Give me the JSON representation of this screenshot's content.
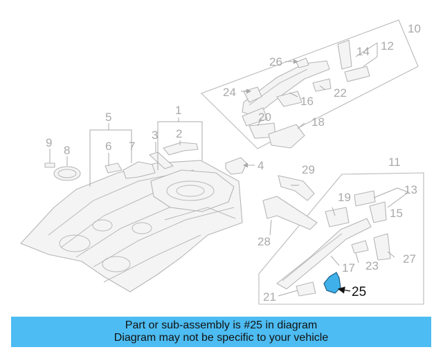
{
  "callouts": [
    "1",
    "2",
    "3",
    "4",
    "5",
    "6",
    "7",
    "8",
    "9",
    "10",
    "11",
    "12",
    "13",
    "14",
    "15",
    "16",
    "17",
    "18",
    "19",
    "20",
    "21",
    "22",
    "23",
    "24",
    "26",
    "27",
    "28",
    "29"
  ],
  "highlight": {
    "label": "25",
    "color": "#3fb0ea"
  },
  "banner": {
    "line1": "Part or sub-assembly is #25 in diagram",
    "line2": "Diagram may not be specific to your vehicle",
    "color": "#4dbcf2"
  }
}
